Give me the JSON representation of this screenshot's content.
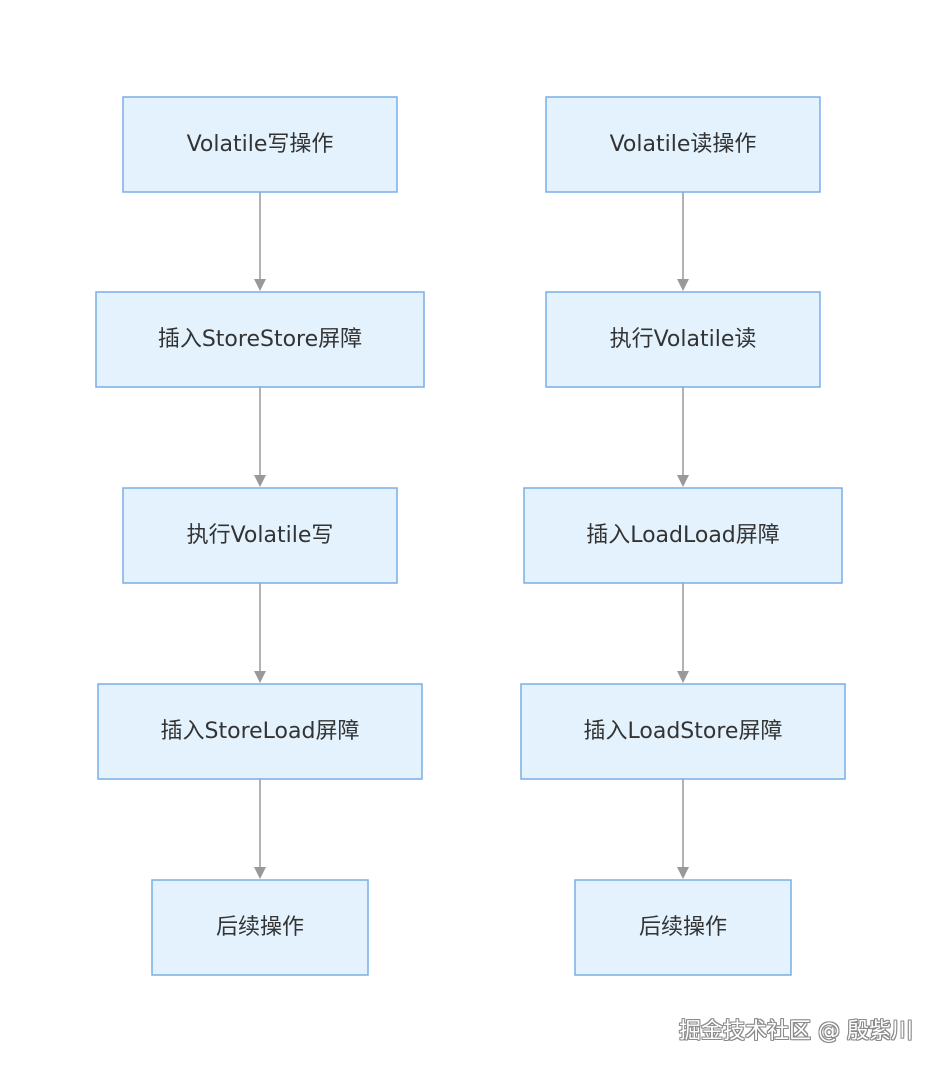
{
  "flows": [
    {
      "id": "write",
      "steps": [
        "Volatile写操作",
        "插入StoreStore屏障",
        "执行Volatile写",
        "插入StoreLoad屏障",
        "后续操作"
      ]
    },
    {
      "id": "read",
      "steps": [
        "Volatile读操作",
        "执行Volatile读",
        "插入LoadLoad屏障",
        "插入LoadStore屏障",
        "后续操作"
      ]
    }
  ],
  "watermark": "掘金技术社区 @ 殷紫川",
  "colors": {
    "node_fill": "#e3f2fd",
    "node_border": "#7aade6",
    "edge": "#999999",
    "text": "#333333"
  }
}
